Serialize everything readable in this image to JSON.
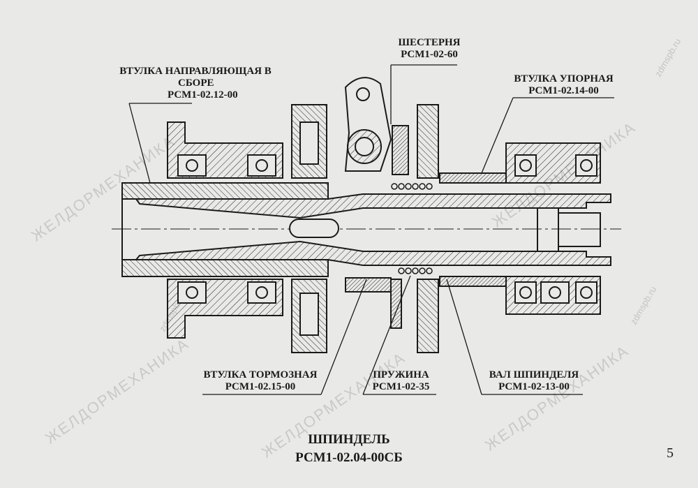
{
  "labels": {
    "vtulka_napr_line1": "ВТУЛКА НАПРАВЛЯЮЩАЯ В",
    "vtulka_napr_line2": "СБОРЕ",
    "vtulka_napr_code": "РСМ1-02.12-00",
    "shesternya": "ШЕСТЕРНЯ",
    "shesternya_code": "РСМ1-02-60",
    "vtulka_upor": "ВТУЛКА УПОРНАЯ",
    "vtulka_upor_code": "РСМ1-02.14-00",
    "vtulka_torm": "ВТУЛКА ТОРМОЗНАЯ",
    "vtulka_torm_code": "РСМ1-02.15-00",
    "pruzhina": "ПРУЖИНА",
    "pruzhina_code": "РСМ1-02-35",
    "val": "ВАЛ ШПИНДЕЛЯ",
    "val_code": "РСМ1-02-13-00"
  },
  "title": {
    "line1": "ШПИНДЕЛЬ",
    "line2": "РСМ1-02.04-00СБ"
  },
  "page_number": "5",
  "watermarks": {
    "name": "ЖЕЛДОРМЕХАНИКА",
    "url": "zdmspb.ru"
  },
  "colors": {
    "paper": "#e9e9e7",
    "ink": "#1a1a1a",
    "watermark": "#c9c9c7"
  }
}
